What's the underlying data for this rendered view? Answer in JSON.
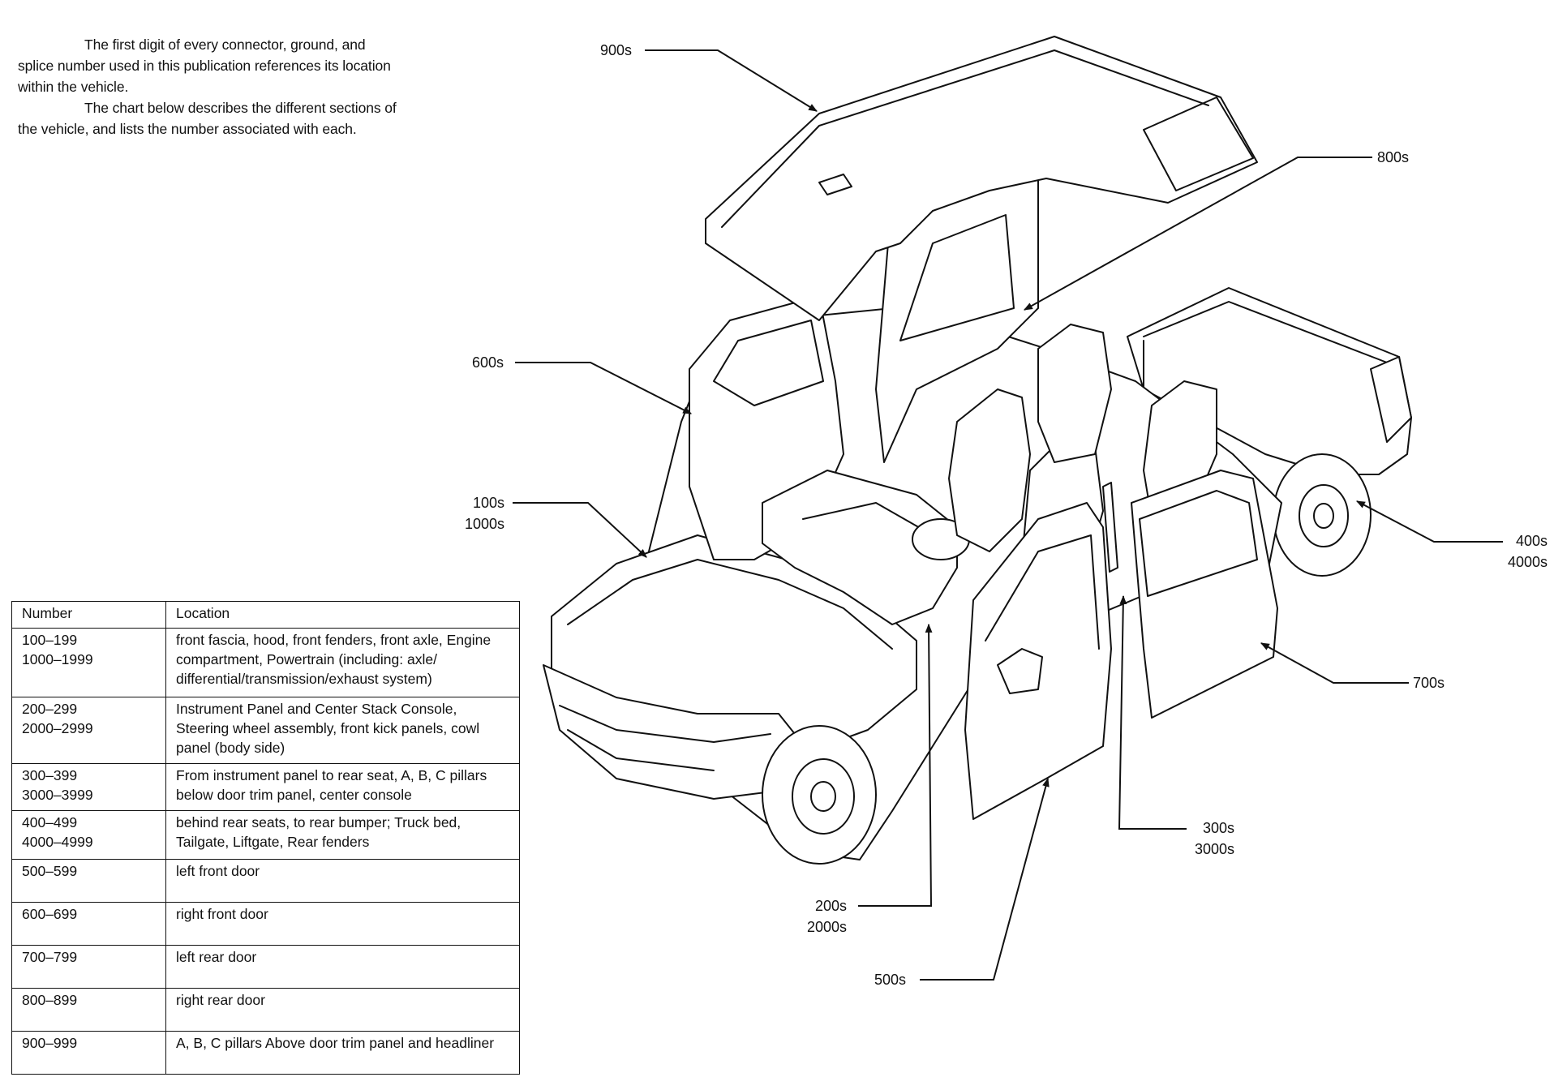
{
  "intro": {
    "paragraph1": "The first digit of every connector, ground, and splice number used in this publication references its location within the vehicle.",
    "paragraph2": "The chart below describes the different sections of the vehicle, and lists the number associated with each."
  },
  "table": {
    "headers": {
      "number": "Number",
      "location": "Location"
    },
    "rows": [
      {
        "number": "100–199\n1000–1999",
        "location": "front fascia, hood, front fenders, front axle, Engine compartment, Powertrain (including: axle/ differential/transmission/exhaust system)"
      },
      {
        "number": "200–299\n2000–2999",
        "location": "Instrument Panel and Center Stack Console, Steering wheel assembly, front kick panels, cowl panel (body side)"
      },
      {
        "number": "300–399\n3000–3999",
        "location": "From instrument panel to rear seat, A, B, C pillars below door trim panel, center console"
      },
      {
        "number": "400–499\n4000–4999",
        "location": "behind rear seats, to rear bumper;  Truck bed, Tailgate, Liftgate, Rear fenders"
      },
      {
        "number": "500–599",
        "location": "left front door"
      },
      {
        "number": "600–699",
        "location": "right front door"
      },
      {
        "number": "700–799",
        "location": "left rear door"
      },
      {
        "number": "800–899",
        "location": "right rear door"
      },
      {
        "number": "900–999",
        "location": "A, B, C pillars Above door trim panel and headliner"
      }
    ]
  },
  "callouts": {
    "c900": "900s",
    "c800": "800s",
    "c600": "600s",
    "c100": "100s\n1000s",
    "c400": "400s\n4000s",
    "c700": "700s",
    "c300": "300s\n3000s",
    "c200": "200s\n2000s",
    "c500": "500s"
  }
}
